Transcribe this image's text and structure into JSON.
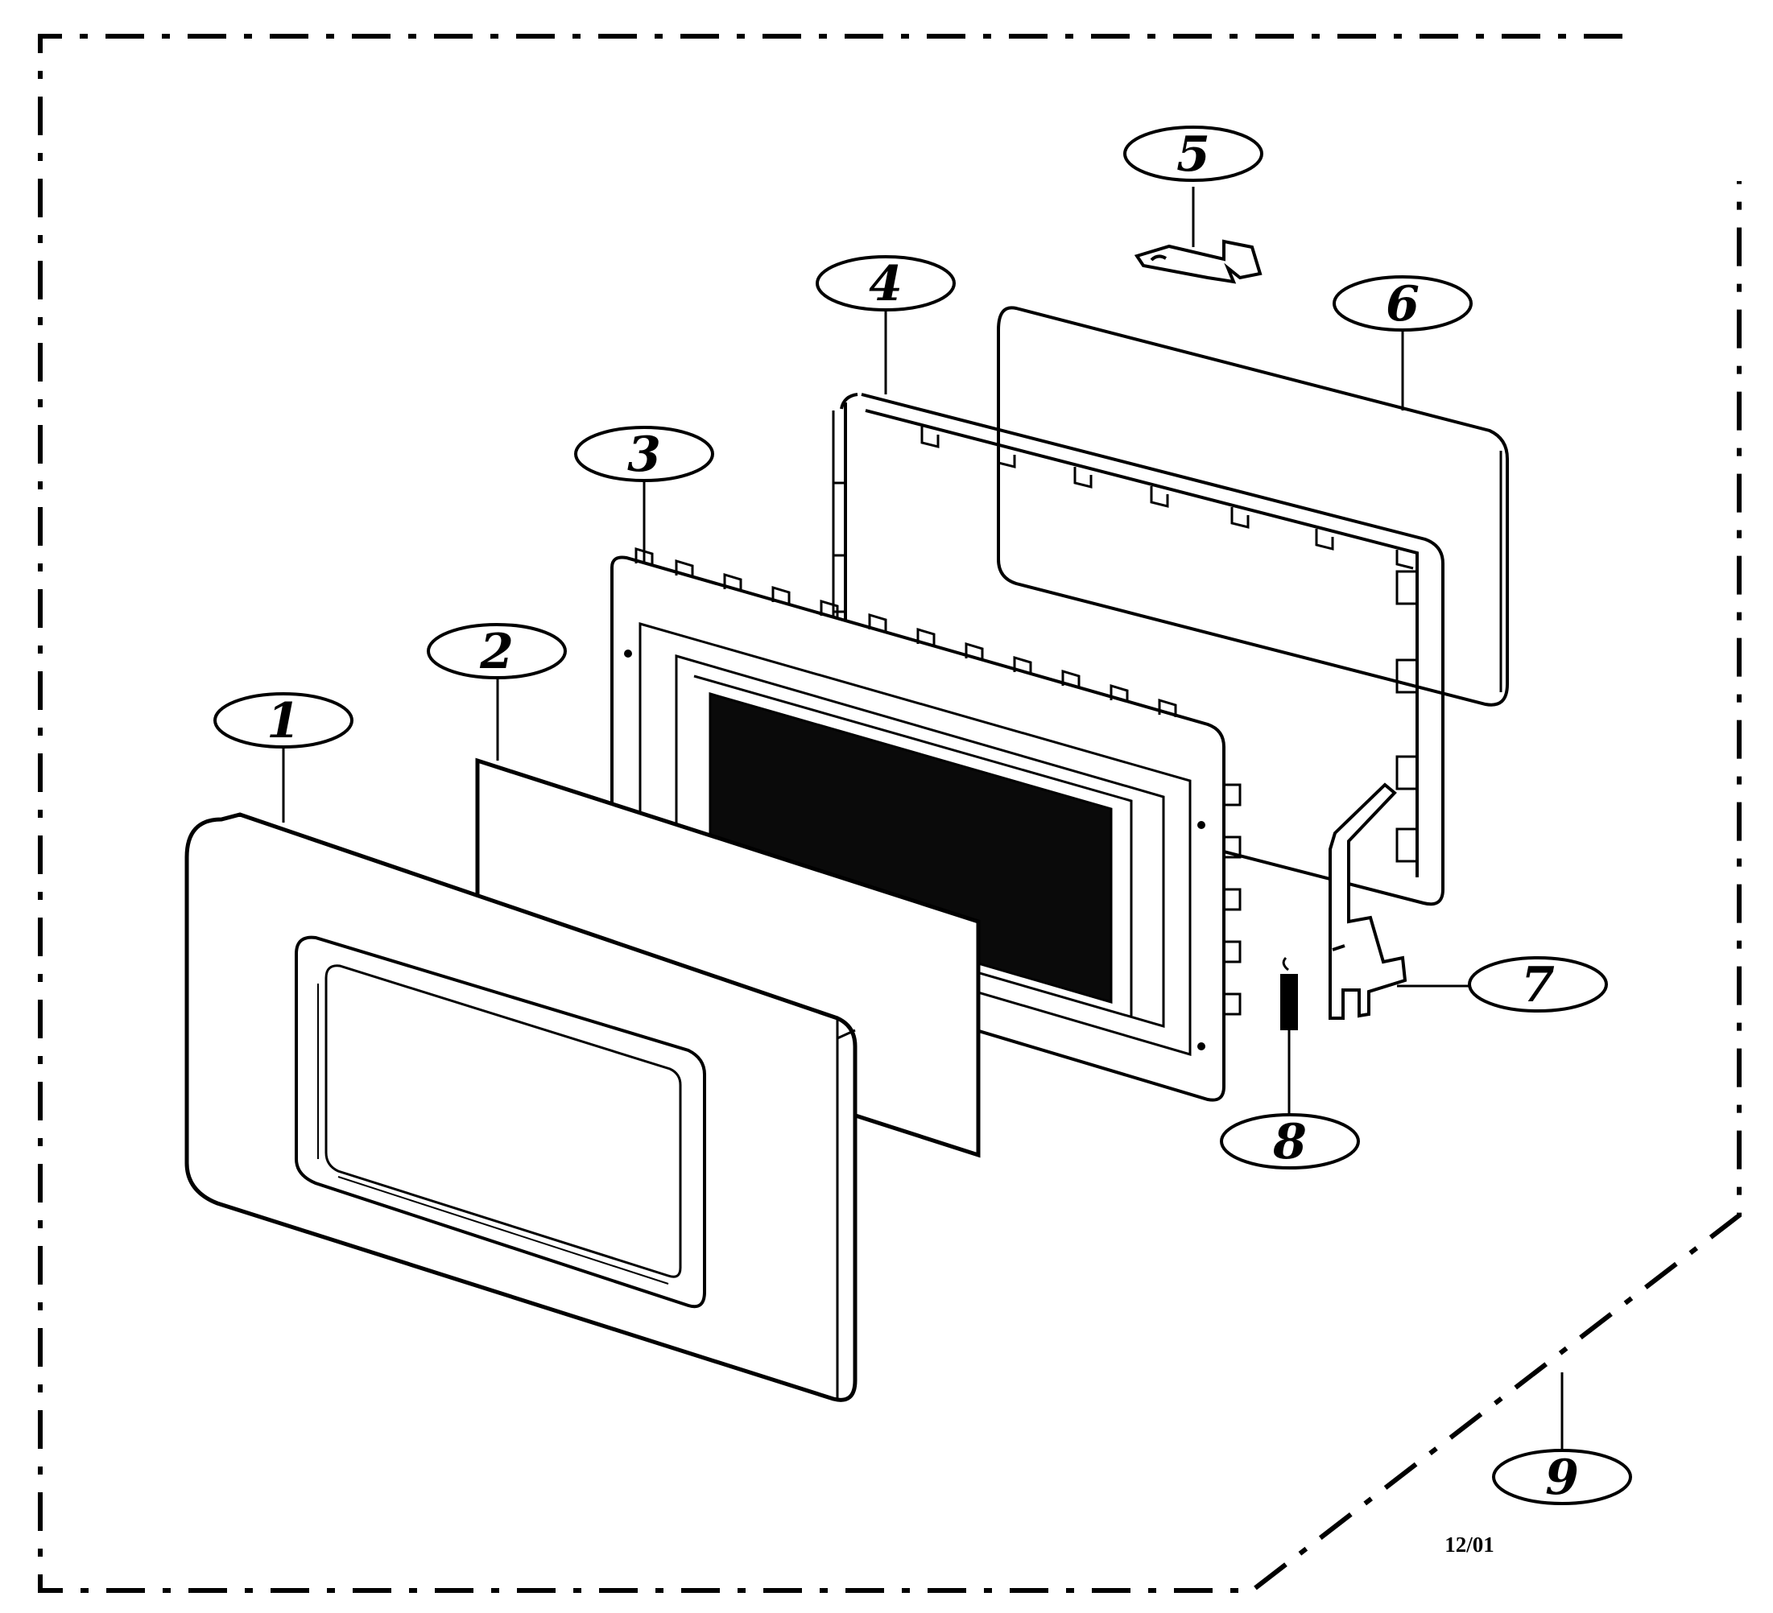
{
  "diagram": {
    "type": "exploded-parts-diagram",
    "callouts": [
      "1",
      "2",
      "3",
      "4",
      "5",
      "6",
      "7",
      "8",
      "9"
    ],
    "date_code": "12/01",
    "colors": {
      "ink": "#000000",
      "paper": "#ffffff",
      "window": "#0a0a0a"
    }
  }
}
